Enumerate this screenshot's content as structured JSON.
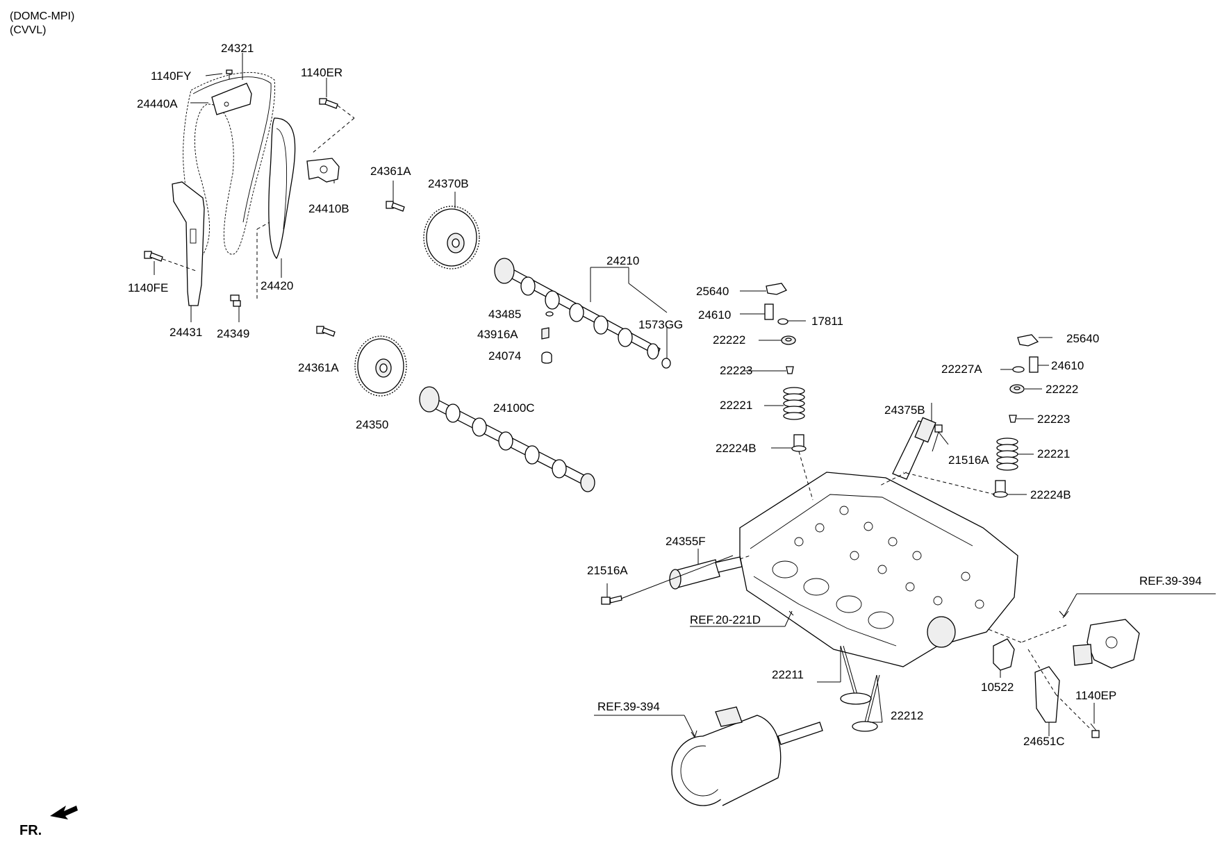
{
  "header": {
    "line1": "(DOMC-MPI)",
    "line2": "(CVVL)"
  },
  "footer": {
    "fr": "FR."
  },
  "labels": {
    "p24321": "24321",
    "p1140FY": "1140FY",
    "p1140ER": "1140ER",
    "p24440A": "24440A",
    "p24410B": "24410B",
    "p24361A_top": "24361A",
    "p24370B": "24370B",
    "p1140FE": "1140FE",
    "p24420": "24420",
    "p24431": "24431",
    "p24349": "24349",
    "p24210": "24210",
    "p25640_a": "25640",
    "p43485": "43485",
    "p24610_a": "24610",
    "p17811": "17811",
    "p43916A": "43916A",
    "p1573GG": "1573GG",
    "p22222_a": "22222",
    "p24074": "24074",
    "p24361A_bot": "24361A",
    "p22223_a": "22223",
    "p25640_b": "25640",
    "p22227A": "22227A",
    "p24610_b": "24610",
    "p22222_b": "22222",
    "p22221_a": "22221",
    "p24100C": "24100C",
    "p24375B": "24375B",
    "p24350": "24350",
    "p22223_b": "22223",
    "p22224B_a": "22224B",
    "p21516A_a": "21516A",
    "p22221_b": "22221",
    "p22224B_b": "22224B",
    "p24355F": "24355F",
    "p21516A_b": "21516A",
    "ref_39_394_a": "REF.39-394",
    "ref_20_221D": "REF.20-221D",
    "p22211": "22211",
    "ref_39_394_b": "REF.39-394",
    "p1140EP": "1140EP",
    "p10522": "10522",
    "p22212": "22212",
    "p24651C": "24651C"
  }
}
